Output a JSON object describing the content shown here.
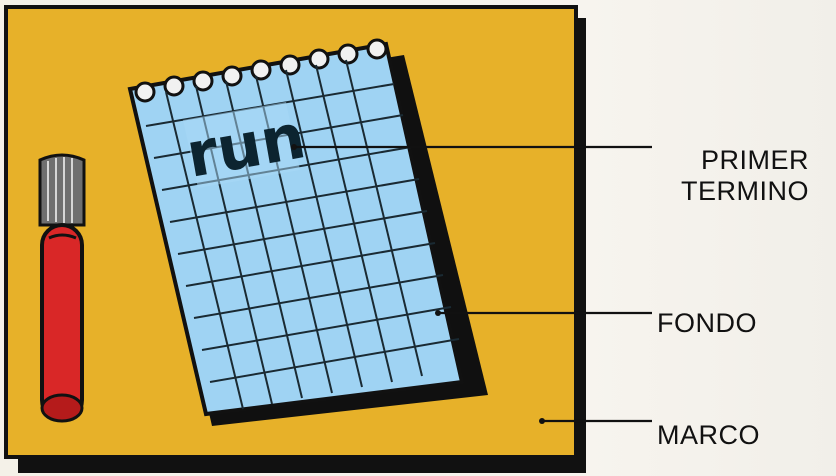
{
  "labels": {
    "primer_line_1": "PRIMER",
    "primer_line_2": "TERMINO",
    "fondo": "FONDO",
    "marco": "MARCO"
  },
  "note": {
    "word": "run"
  },
  "colors": {
    "frame": "#e3ae22",
    "frame_shadow": "#111111",
    "note_paper": "#9fd3f3",
    "grid_lines": "#1a2a33",
    "marker_body": "#d92727",
    "marker_cap": "#777777",
    "leader_lines": "#111111"
  },
  "icons": {
    "marker": "marker-icon",
    "notepad": "notepad-icon"
  }
}
